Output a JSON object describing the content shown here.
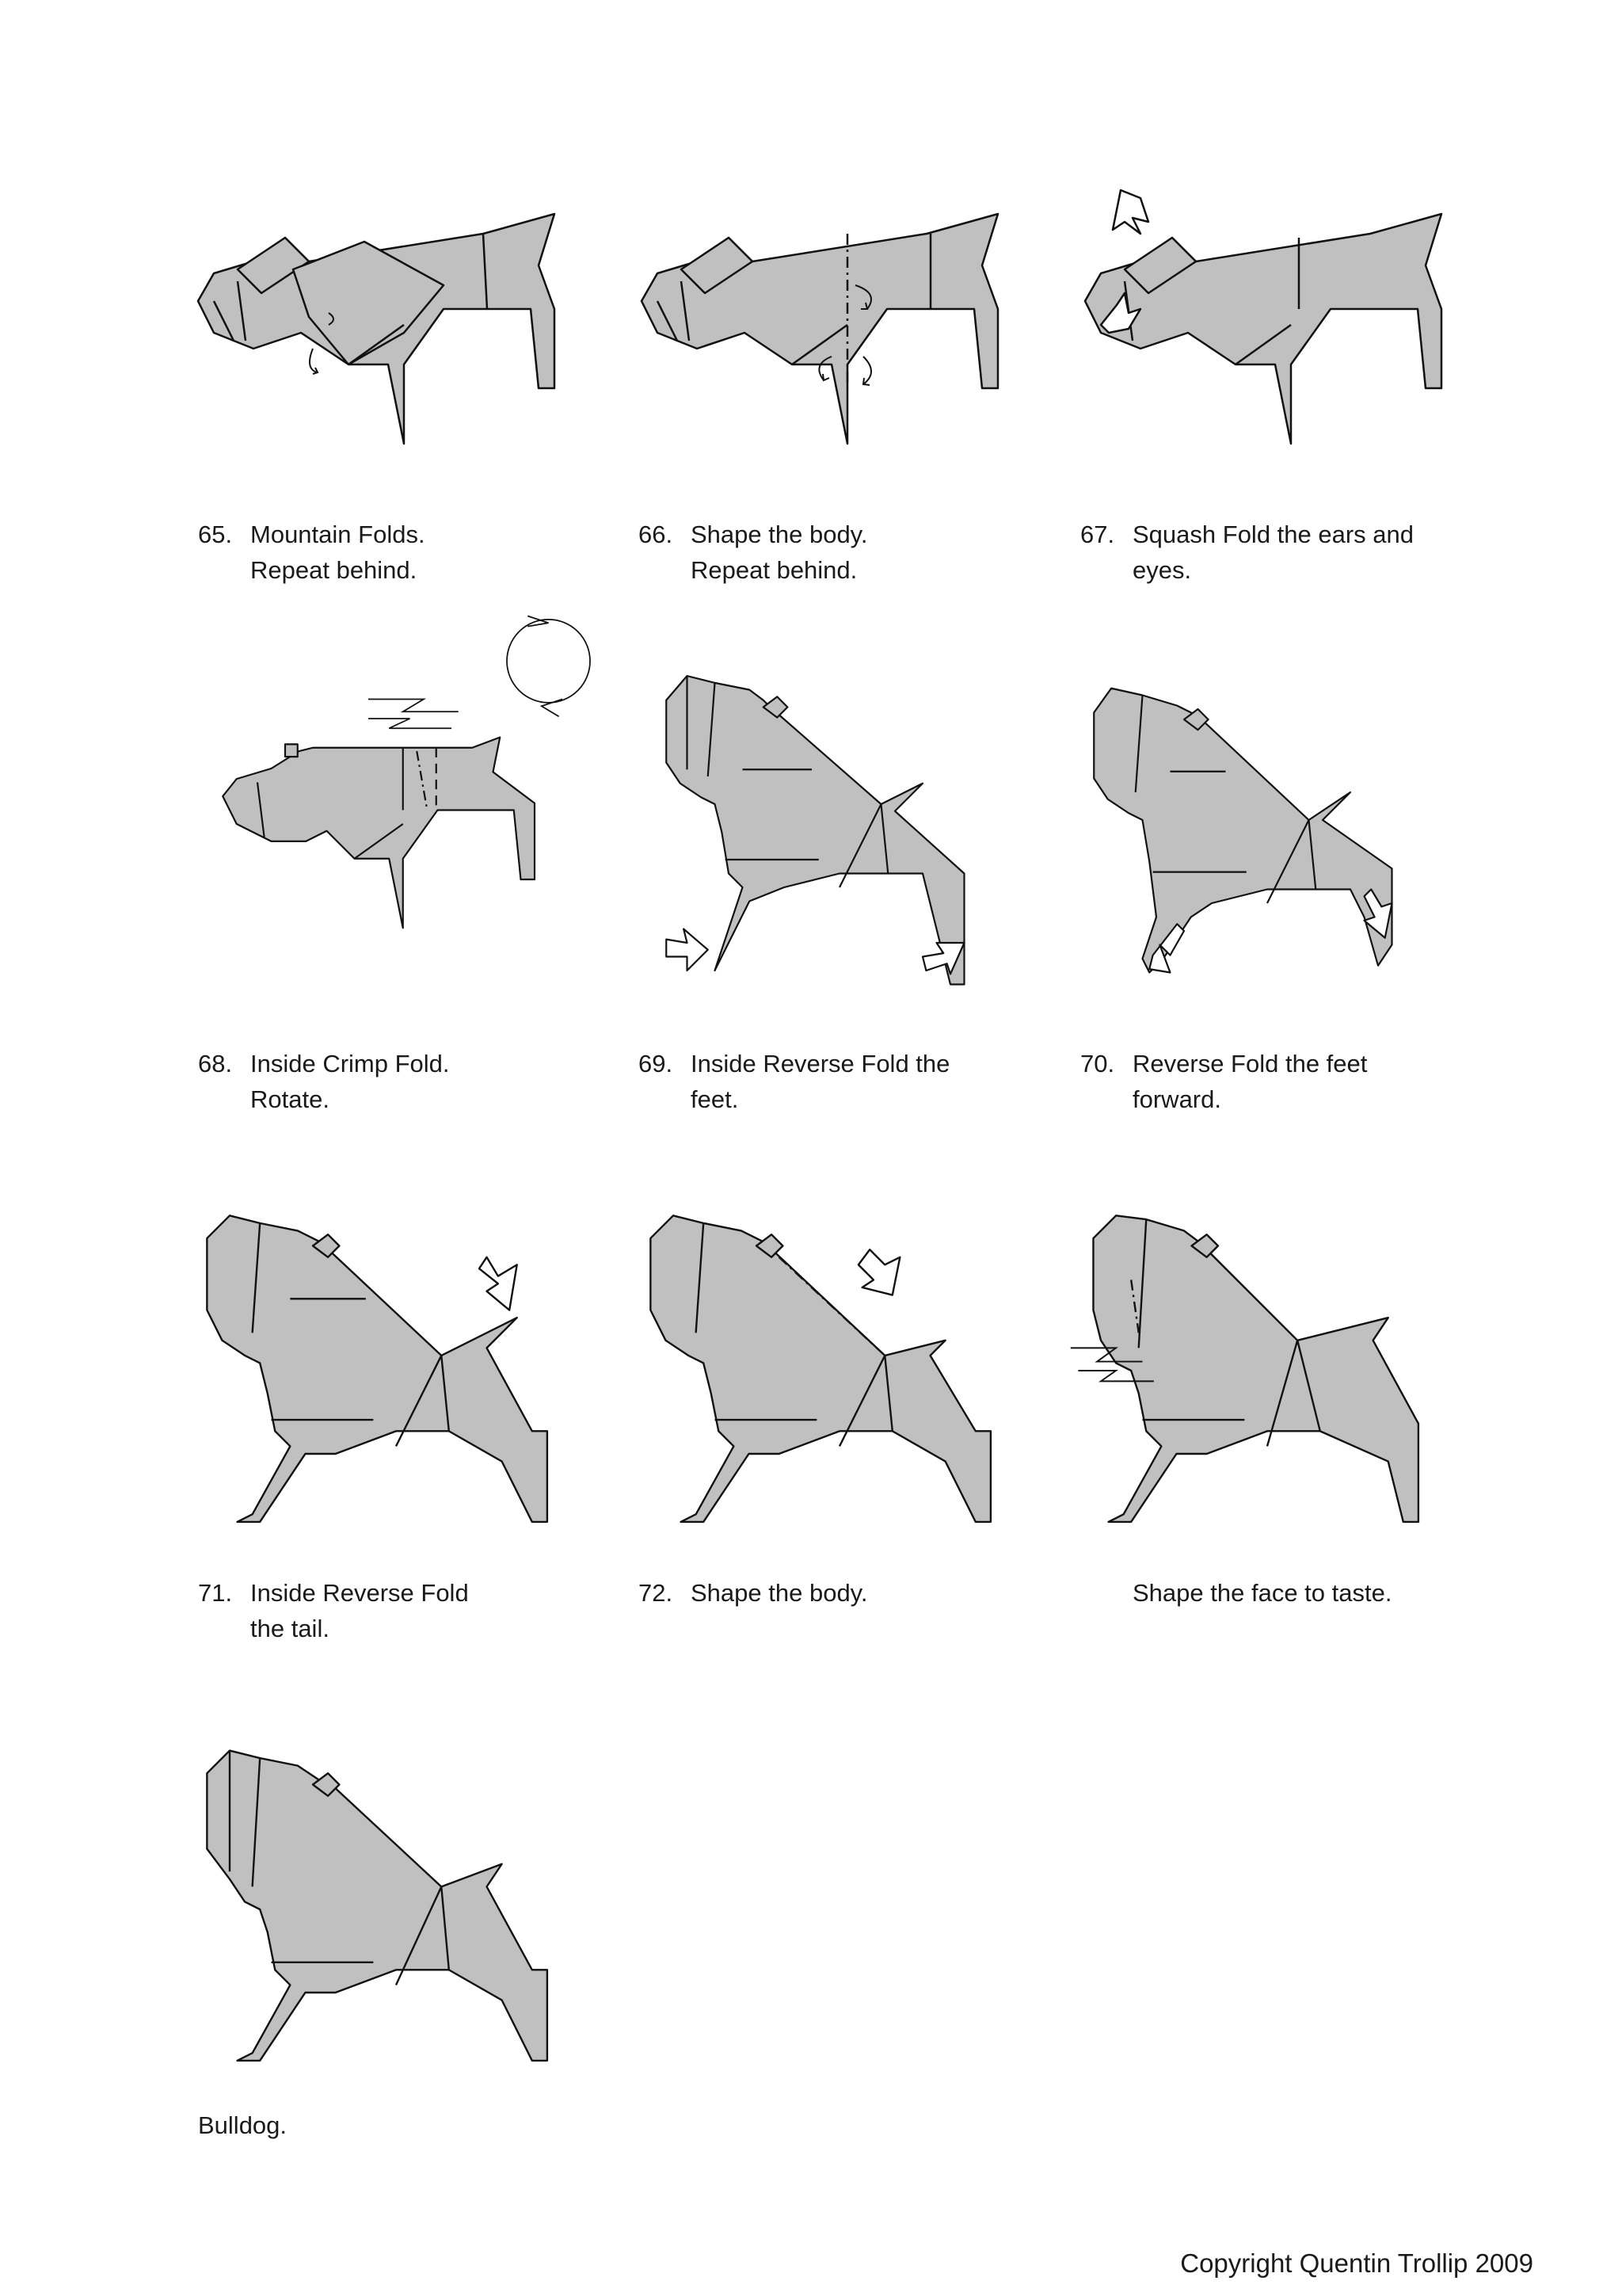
{
  "steps": [
    {
      "number": "65.",
      "line1": "Mountain Folds.",
      "line2": "Repeat behind."
    },
    {
      "number": "66.",
      "line1": "Shape the body.",
      "line2": "Repeat behind."
    },
    {
      "number": "67.",
      "line1": "Squash Fold the ears and",
      "line2": "eyes."
    },
    {
      "number": "68.",
      "line1": "Inside Crimp Fold.",
      "line2": "Rotate."
    },
    {
      "number": "69.",
      "line1": "Inside Reverse Fold the",
      "line2": "feet."
    },
    {
      "number": "70.",
      "line1": "Reverse Fold the feet",
      "line2": "forward."
    },
    {
      "number": "71.",
      "line1": "Inside Reverse Fold",
      "line2": "the tail."
    },
    {
      "number": "72.",
      "line1": "Shape the body.",
      "line2": ""
    },
    {
      "number": "",
      "line1": "Shape the face to taste.",
      "line2": ""
    },
    {
      "number": "",
      "line1": "Bulldog.",
      "line2": ""
    }
  ],
  "copyright": "Copyright Quentin Trollip 2009",
  "colors": {
    "paper": "#c0c0c0",
    "line": "#111111",
    "background": "#ffffff"
  }
}
